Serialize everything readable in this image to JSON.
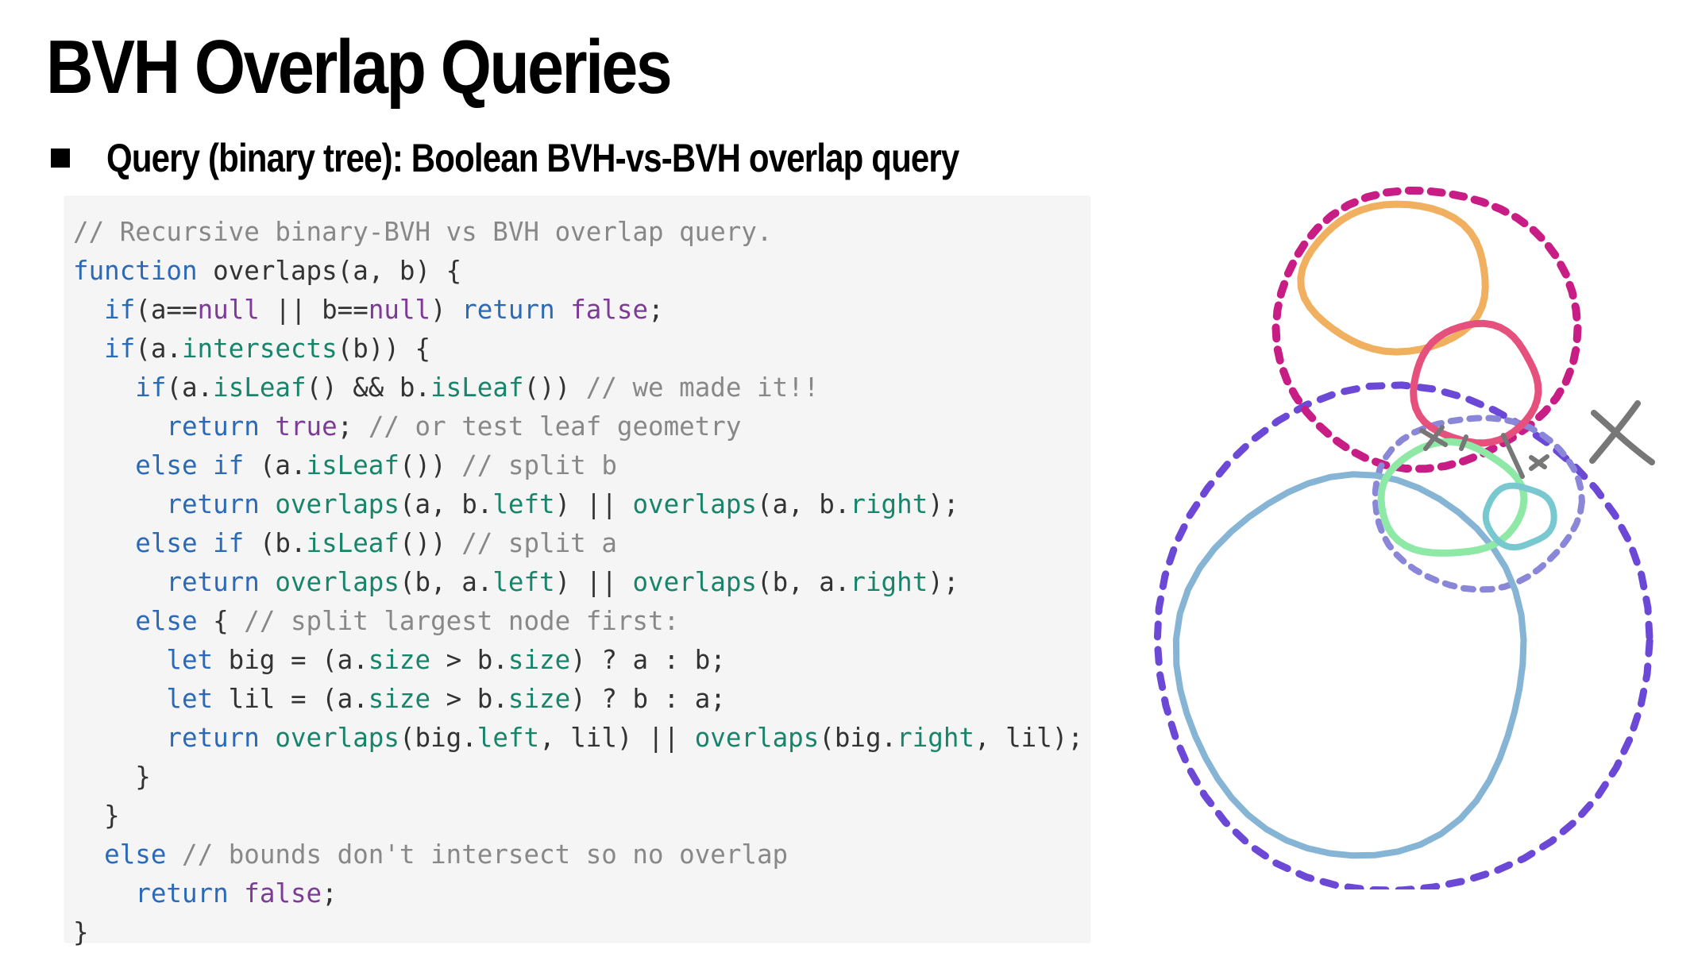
{
  "slide": {
    "title": "BVH Overlap Queries",
    "bullet": "Query (binary tree):  Boolean BVH-vs-BVH overlap query"
  },
  "code": {
    "lines": [
      {
        "indent": 0,
        "tokens": [
          {
            "t": "// Recursive binary-BVH vs BVH overlap query.",
            "k": "cm"
          }
        ]
      },
      {
        "indent": 0,
        "tokens": [
          {
            "t": "function",
            "k": "kw"
          },
          {
            "t": " overlaps(a, b) {",
            "k": "tx"
          }
        ]
      },
      {
        "indent": 2,
        "tokens": [
          {
            "t": "if",
            "k": "kw"
          },
          {
            "t": "(a==",
            "k": "tx"
          },
          {
            "t": "null",
            "k": "lit"
          },
          {
            "t": " || b==",
            "k": "tx"
          },
          {
            "t": "null",
            "k": "lit"
          },
          {
            "t": ") ",
            "k": "tx"
          },
          {
            "t": "return",
            "k": "kw"
          },
          {
            "t": " ",
            "k": "tx"
          },
          {
            "t": "false",
            "k": "lit"
          },
          {
            "t": ";",
            "k": "tx"
          }
        ]
      },
      {
        "indent": 2,
        "tokens": [
          {
            "t": "if",
            "k": "kw"
          },
          {
            "t": "(a.",
            "k": "tx"
          },
          {
            "t": "intersects",
            "k": "fn"
          },
          {
            "t": "(b)) {",
            "k": "tx"
          }
        ]
      },
      {
        "indent": 4,
        "tokens": [
          {
            "t": "if",
            "k": "kw"
          },
          {
            "t": "(a.",
            "k": "tx"
          },
          {
            "t": "isLeaf",
            "k": "fn"
          },
          {
            "t": "() && b.",
            "k": "tx"
          },
          {
            "t": "isLeaf",
            "k": "fn"
          },
          {
            "t": "()) ",
            "k": "tx"
          },
          {
            "t": "// we made it!!",
            "k": "cm"
          }
        ]
      },
      {
        "indent": 6,
        "tokens": [
          {
            "t": "return",
            "k": "kw"
          },
          {
            "t": " ",
            "k": "tx"
          },
          {
            "t": "true",
            "k": "lit"
          },
          {
            "t": "; ",
            "k": "tx"
          },
          {
            "t": "// or test leaf geometry",
            "k": "cm"
          }
        ]
      },
      {
        "indent": 4,
        "tokens": [
          {
            "t": "else if",
            "k": "kw"
          },
          {
            "t": " (a.",
            "k": "tx"
          },
          {
            "t": "isLeaf",
            "k": "fn"
          },
          {
            "t": "()) ",
            "k": "tx"
          },
          {
            "t": "// split b",
            "k": "cm"
          }
        ]
      },
      {
        "indent": 6,
        "tokens": [
          {
            "t": "return",
            "k": "kw"
          },
          {
            "t": " ",
            "k": "tx"
          },
          {
            "t": "overlaps",
            "k": "fn"
          },
          {
            "t": "(a, b.",
            "k": "tx"
          },
          {
            "t": "left",
            "k": "fn"
          },
          {
            "t": ") || ",
            "k": "tx"
          },
          {
            "t": "overlaps",
            "k": "fn"
          },
          {
            "t": "(a, b.",
            "k": "tx"
          },
          {
            "t": "right",
            "k": "fn"
          },
          {
            "t": ");",
            "k": "tx"
          }
        ]
      },
      {
        "indent": 4,
        "tokens": [
          {
            "t": "else if",
            "k": "kw"
          },
          {
            "t": " (b.",
            "k": "tx"
          },
          {
            "t": "isLeaf",
            "k": "fn"
          },
          {
            "t": "()) ",
            "k": "tx"
          },
          {
            "t": "// split a",
            "k": "cm"
          }
        ]
      },
      {
        "indent": 6,
        "tokens": [
          {
            "t": "return",
            "k": "kw"
          },
          {
            "t": " ",
            "k": "tx"
          },
          {
            "t": "overlaps",
            "k": "fn"
          },
          {
            "t": "(b, a.",
            "k": "tx"
          },
          {
            "t": "left",
            "k": "fn"
          },
          {
            "t": ") || ",
            "k": "tx"
          },
          {
            "t": "overlaps",
            "k": "fn"
          },
          {
            "t": "(b, a.",
            "k": "tx"
          },
          {
            "t": "right",
            "k": "fn"
          },
          {
            "t": ");",
            "k": "tx"
          }
        ]
      },
      {
        "indent": 4,
        "tokens": [
          {
            "t": "else",
            "k": "kw"
          },
          {
            "t": " { ",
            "k": "tx"
          },
          {
            "t": "// split largest node first:",
            "k": "cm"
          }
        ]
      },
      {
        "indent": 6,
        "tokens": [
          {
            "t": "let",
            "k": "kw"
          },
          {
            "t": " big = (a.",
            "k": "tx"
          },
          {
            "t": "size",
            "k": "fn"
          },
          {
            "t": " > b.",
            "k": "tx"
          },
          {
            "t": "size",
            "k": "fn"
          },
          {
            "t": ") ? a : b;",
            "k": "tx"
          }
        ]
      },
      {
        "indent": 6,
        "tokens": [
          {
            "t": "let",
            "k": "kw"
          },
          {
            "t": " lil = (a.",
            "k": "tx"
          },
          {
            "t": "size",
            "k": "fn"
          },
          {
            "t": " > b.",
            "k": "tx"
          },
          {
            "t": "size",
            "k": "fn"
          },
          {
            "t": ") ? b : a;",
            "k": "tx"
          }
        ]
      },
      {
        "indent": 6,
        "tokens": [
          {
            "t": "return",
            "k": "kw"
          },
          {
            "t": " ",
            "k": "tx"
          },
          {
            "t": "overlaps",
            "k": "fn"
          },
          {
            "t": "(big.",
            "k": "tx"
          },
          {
            "t": "left",
            "k": "fn"
          },
          {
            "t": ", lil) || ",
            "k": "tx"
          },
          {
            "t": "overlaps",
            "k": "fn"
          },
          {
            "t": "(big.",
            "k": "tx"
          },
          {
            "t": "right",
            "k": "fn"
          },
          {
            "t": ", lil);",
            "k": "tx"
          }
        ]
      },
      {
        "indent": 4,
        "tokens": [
          {
            "t": "}",
            "k": "tx"
          }
        ]
      },
      {
        "indent": 2,
        "tokens": [
          {
            "t": "}",
            "k": "tx"
          }
        ]
      },
      {
        "indent": 2,
        "tokens": [
          {
            "t": "else",
            "k": "kw"
          },
          {
            "t": " ",
            "k": "tx"
          },
          {
            "t": "// bounds don't intersect so no overlap",
            "k": "cm"
          }
        ]
      },
      {
        "indent": 4,
        "tokens": [
          {
            "t": "return",
            "k": "kw"
          },
          {
            "t": " ",
            "k": "tx"
          },
          {
            "t": "false",
            "k": "lit"
          },
          {
            "t": ";",
            "k": "tx"
          }
        ]
      },
      {
        "indent": 0,
        "tokens": [
          {
            "t": "}",
            "k": "tx"
          }
        ]
      }
    ],
    "colors": {
      "kw": "#2a6ab8",
      "lit": "#7d3b97",
      "fn": "#18856b",
      "cm": "#888888",
      "tx": "#333333",
      "background": "#f5f5f5"
    }
  },
  "illustration": {
    "colors": {
      "magenta_bound": "#c81d85",
      "purple_bound": "#6b48d6",
      "lavender_bound": "#8a86d8",
      "orange": "#f0b060",
      "pink": "#e6507c",
      "green": "#8ee8a6",
      "cyan": "#78c8d0",
      "blue": "#86b4d4",
      "gray_marks": "#777777"
    },
    "icons": [
      "cross-mark-icon"
    ]
  }
}
